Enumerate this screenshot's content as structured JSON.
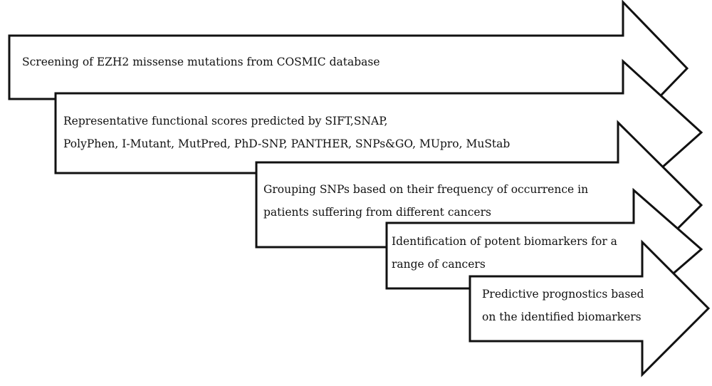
{
  "diagram": {
    "steps": [
      {
        "lines": [
          "Screening of EZH2 missense mutations from COSMIC database"
        ]
      },
      {
        "lines": [
          "Representative functional scores predicted by SIFT,SNAP,",
          "PolyPhen, I-Mutant, MutPred, PhD-SNP, PANTHER, SNPs&GO, MUpro, MuStab"
        ]
      },
      {
        "lines": [
          "Grouping SNPs based on their frequency of occurrence in",
          "patients suffering from different cancers"
        ]
      },
      {
        "lines": [
          "Identification of potent biomarkers for a",
          "range of cancers"
        ]
      },
      {
        "lines": [
          "Predictive prognostics based",
          "on the identified biomarkers"
        ]
      }
    ]
  }
}
